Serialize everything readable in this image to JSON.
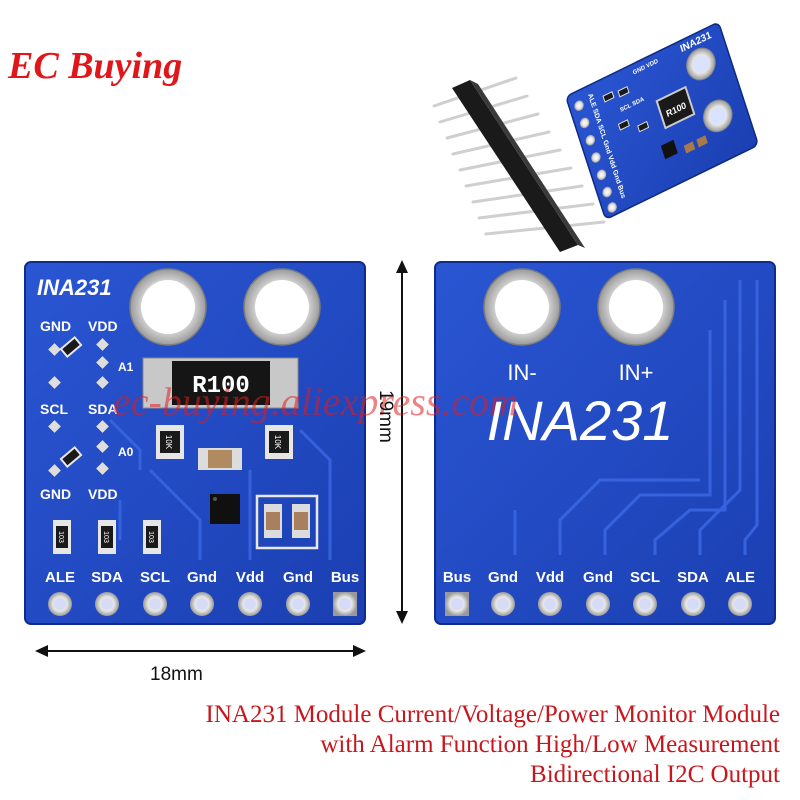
{
  "brand": {
    "name": "EC Buying"
  },
  "watermark": {
    "text": "ec-buying.aliexpress.com"
  },
  "front_board": {
    "title": "INA231",
    "top_pins": [
      "GND",
      "VDD"
    ],
    "mid_pins": [
      "SCL",
      "SDA"
    ],
    "bottom_pins": [
      "GND",
      "VDD"
    ],
    "addr_labels": [
      "A1",
      "A0"
    ],
    "resistor_marking": "R100",
    "small_resistor_marking": "10K",
    "resistor_code": "103",
    "header_labels": [
      "ALE",
      "SDA",
      "SCL",
      "Gnd",
      "Vdd",
      "Gnd",
      "Bus"
    ]
  },
  "back_board": {
    "title": "INA231",
    "terminal_labels": [
      "IN-",
      "IN+"
    ],
    "header_labels": [
      "Bus",
      "Gnd",
      "Vdd",
      "Gnd",
      "SCL",
      "SDA",
      "ALE"
    ]
  },
  "top_module": {
    "title": "INA231",
    "resistor_marking": "R100",
    "labels": [
      "ALE",
      "SDA",
      "SCL",
      "Gnd",
      "Vdd",
      "Gnd",
      "Bus"
    ],
    "mini_labels": [
      "GND",
      "VDD",
      "SCL",
      "SDA"
    ]
  },
  "dimensions": {
    "width": "18mm",
    "height": "19mm"
  },
  "caption": {
    "line1": "INA231 Module Current/Voltage/Power Monitor Module",
    "line2": "with Alarm Function High/Low Measurement",
    "line3": "Bidirectional I2C Output"
  },
  "colors": {
    "pcb": "#1f49c4",
    "brand": "#e0161b",
    "caption": "#c9161c"
  }
}
